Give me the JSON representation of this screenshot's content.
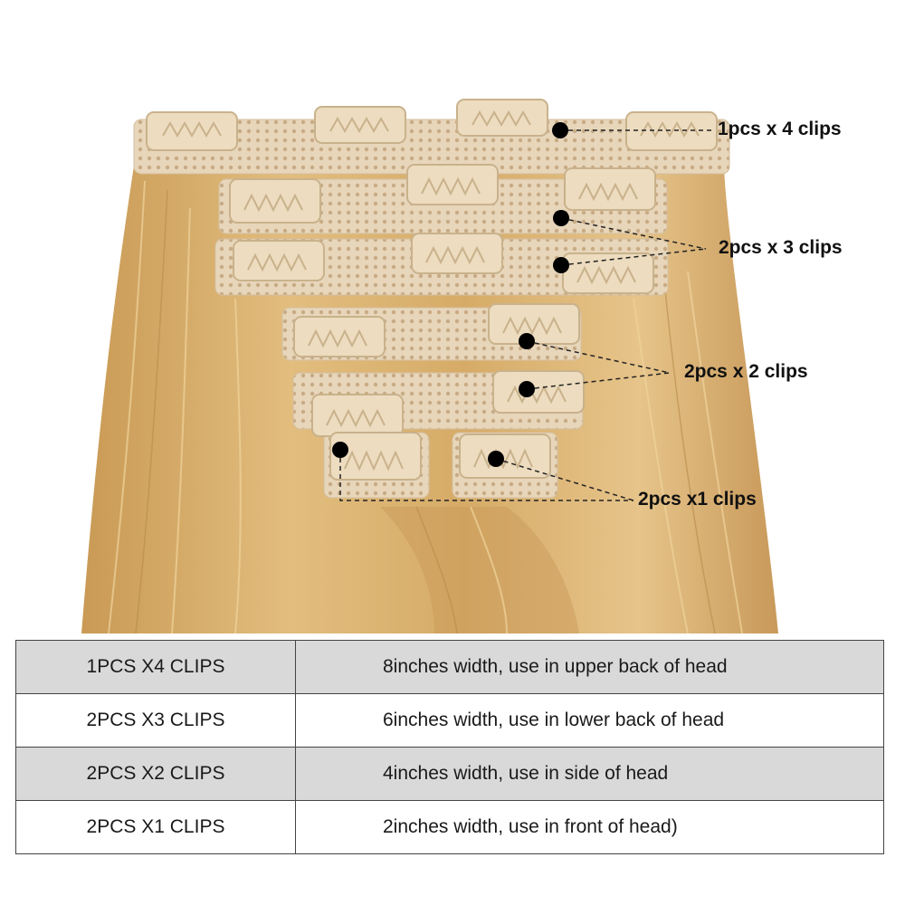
{
  "callouts": [
    {
      "label": "1pcs x 4 clips"
    },
    {
      "label": "2pcs x 3 clips"
    },
    {
      "label": "2pcs x 2 clips"
    },
    {
      "label": "2pcs x1 clips"
    }
  ],
  "table": {
    "rows": [
      {
        "pieces": "1PCS X4 CLIPS",
        "description": "8inches width, use in upper back of head"
      },
      {
        "pieces": "2PCS X3 CLIPS",
        "description": "6inches width, use in lower back of head"
      },
      {
        "pieces": "2PCS X2 CLIPS",
        "description": "4inches width, use in side of head"
      },
      {
        "pieces": "2PCS X1 CLIPS",
        "description": "2inches width, use in front of head)"
      }
    ]
  },
  "colors": {
    "hair": "#d8b06e",
    "hair_light": "#e9cd95",
    "lace": "#e6d3b8",
    "clip": "#eddcbf",
    "row_shade": "#d9d9d9",
    "dot": "#000000"
  }
}
